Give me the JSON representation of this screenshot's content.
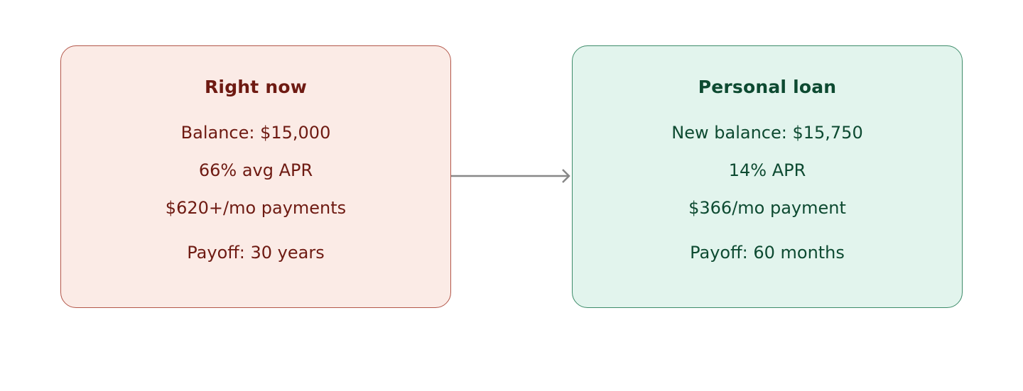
{
  "left_card": {
    "title": "Right now",
    "lines": [
      "Balance: $15,000",
      "66% avg APR",
      "$620+/mo payments",
      "Payoff: 30 years"
    ],
    "colors": {
      "fill": "#fbebe6",
      "border": "#b3574a",
      "text": "#6e1a12"
    }
  },
  "right_card": {
    "title": "Personal loan",
    "lines": [
      "New balance: $15,750",
      "14% APR",
      "$366/mo payment",
      "Payoff: 60 months"
    ],
    "colors": {
      "fill": "#e2f4ed",
      "border": "#3e8c6a",
      "text": "#0d4a31"
    }
  },
  "arrow": {
    "color": "#888888",
    "direction": "left-to-right"
  }
}
